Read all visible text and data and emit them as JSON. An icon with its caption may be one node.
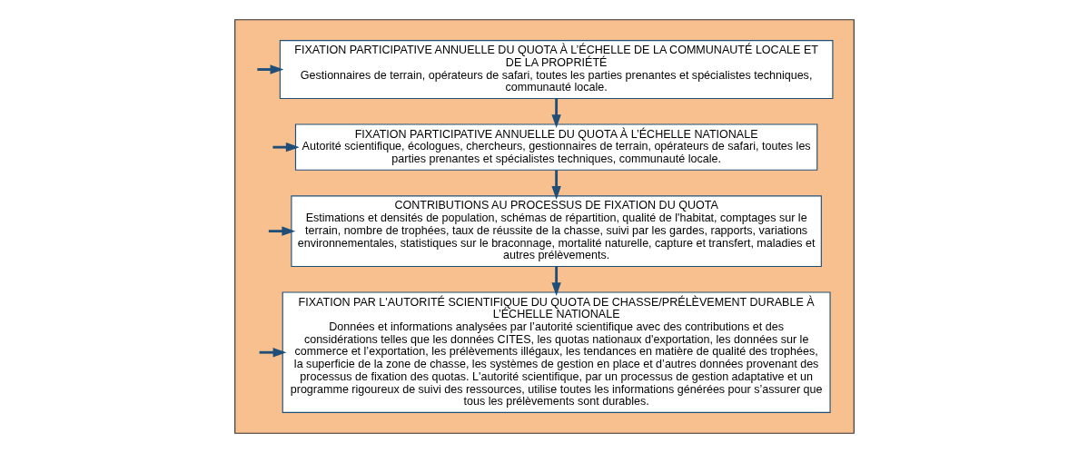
{
  "diagram": {
    "nodes": [
      {
        "text": [],
        "shape": "box"
      },
      {
        "text": [
          "FIXATION PARTICIPATIVE ANNUELLE DU QUOTA À L’ÉCHELLE DE LA COMMUNAUTÉ LOCALE ET DE LA PROPRIÉTÉ",
          "Gestionnaires de terrain, opérateurs de safari, toutes les parties prenantes et spécialistes techniques, communauté locale."
        ],
        "in": 0
      },
      {
        "text": [
          "FIXATION PARTICIPATIVE ANNUELLE DU QUOTA À L’ÉCHELLE NATIONALE",
          "Autorité scientifique, écologues, chercheurs, gestionnaires de terrain, opérateurs de safari, toutes les parties prenantes et spécialistes techniques, communauté locale."
        ],
        "in": 0
      },
      {
        "text": [
          "CONTRIBUTIONS AU PROCESSUS DE FIXATION DU QUOTA",
          "Estimations et densités de population, schémas de répartition, qualité de l'habitat, comptages sur le terrain, nombre de trophées, taux de réussite de la chasse, suivi par les gardes, rapports, variations environnementales, statistiques sur le braconnage, mortalité naturelle, capture et transfert, maladies et autres prélèvements."
        ],
        "in": 0
      },
      {
        "text": [
          "FIXATION PAR L'AUTORITÉ SCIENTIFIQUE DU QUOTA DE CHASSE/PRÉLÈVEMENT DURABLE À L’ÉCHELLE NATIONALE",
          "Données et informations analysées par l’autorité scientifique avec des contributions et des considérations telles que les données CITES, les quotas nationaux d'exportation, les données sur le commerce et l’exportation, les prélèvements illégaux, les tendances en matière de qualité des trophées, la superficie de la zone de chasse, les systèmes de gestion en place et d’autres données provenant des processus de fixation des quotas. L'autorité scientifique, par un processus de gestion adaptative et un programme rigoureux de suivi des ressources, utilise toutes les informations générées pour s’assurer que tous les prélèvements sont durables."
        ],
        "in": 0
      }
    ],
    "edges": [
      {
        "from": 1,
        "to": 2,
        "arrow": "to"
      },
      {
        "from": 2,
        "to": 3,
        "arrow": "to"
      },
      {
        "from": 3,
        "to": 4,
        "arrow": "to"
      },
      {
        "from": null,
        "to": 1,
        "arrow": "to"
      },
      {
        "from": null,
        "to": 2,
        "arrow": "to"
      },
      {
        "from": null,
        "to": 3,
        "arrow": "to"
      },
      {
        "from": null,
        "to": 4,
        "arrow": "to"
      }
    ]
  }
}
